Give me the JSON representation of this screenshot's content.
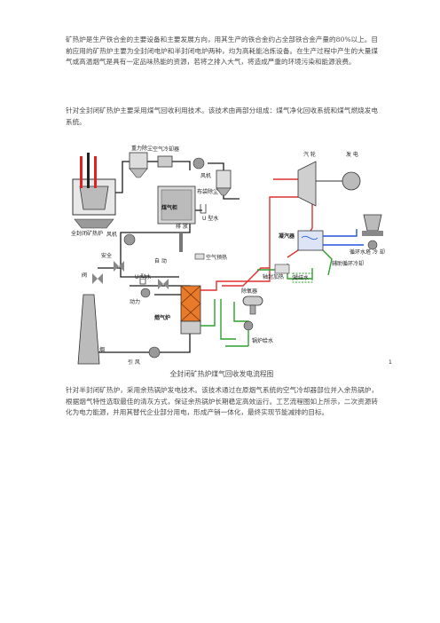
{
  "text": {
    "para1": "矿热炉是生产铁合金的主要设备和主要发展方向，用其生产的铁合金约占全部铁合金产量的80%以上。目前应用的矿热炉主要为全封闭电炉和半封闭电炉两种，均为高耗能冶炼设备。在生产过程中产生的大量煤气或高温烟气是具有一定品味热能的资源，若将之排入大气，将造成严重的环境污染和能源浪费。",
    "para2": "针对全封闭矿热炉主要采用煤气回收利用技术。该技术由两部分组成：煤气净化回收系统和煤气燃烧发电系统。",
    "caption": "全封闭矿热炉煤气回收发电流程图",
    "para3": "针对半封闭矿热炉，采用余热锅炉发电技术。该技术通过在原烟气系统的空气冷却器部位并入余热锅炉，根据烟气特性选取最佳的清灰方式，保证余热锅炉长期稳定高效运行。工艺流程图如上所示，二次资源转化为电力能源，并用其替代企业部分用电，形成产销一体化，最终实现节能减排的目标。"
  },
  "diagram_labels": {
    "furnace": "全封闭矿热炉",
    "gravity_dust": "重力除尘",
    "air_cooler": "空气冷却器",
    "fan1": "风机",
    "bag_filter": "布袋除尘",
    "gas_holder": "煤气柜",
    "u_seal1": "U 型水",
    "fan2": "风机",
    "safety": "安全",
    "valve": "阀",
    "u_seal2": "U 型水",
    "power": "动力",
    "vent": "排 放",
    "auto": "自 动",
    "air_preheat": "空气预热",
    "boiler": "燃气炉",
    "deaerator": "除氧器",
    "feedwater": "锅炉给水",
    "chimney": "烟",
    "induced_fan": "引 风",
    "turbine": "汽 轮",
    "generator": "发 电",
    "condenser": "凝汽器",
    "cooling_tower": "循环水塔",
    "cold": "冷 却",
    "shaft_heater": "轴封加热",
    "makeup_water": "凝结水",
    "aux_cooling": "辅助循环冷却",
    "page_mark": "1"
  },
  "colors": {
    "text": "#4a4a4a",
    "gas_line": "#1a1a1a",
    "steam_line": "#e03030",
    "water_line": "#2fa02f",
    "cooling_line": "#2255dd",
    "boiler_fill": "#e87a2a"
  }
}
